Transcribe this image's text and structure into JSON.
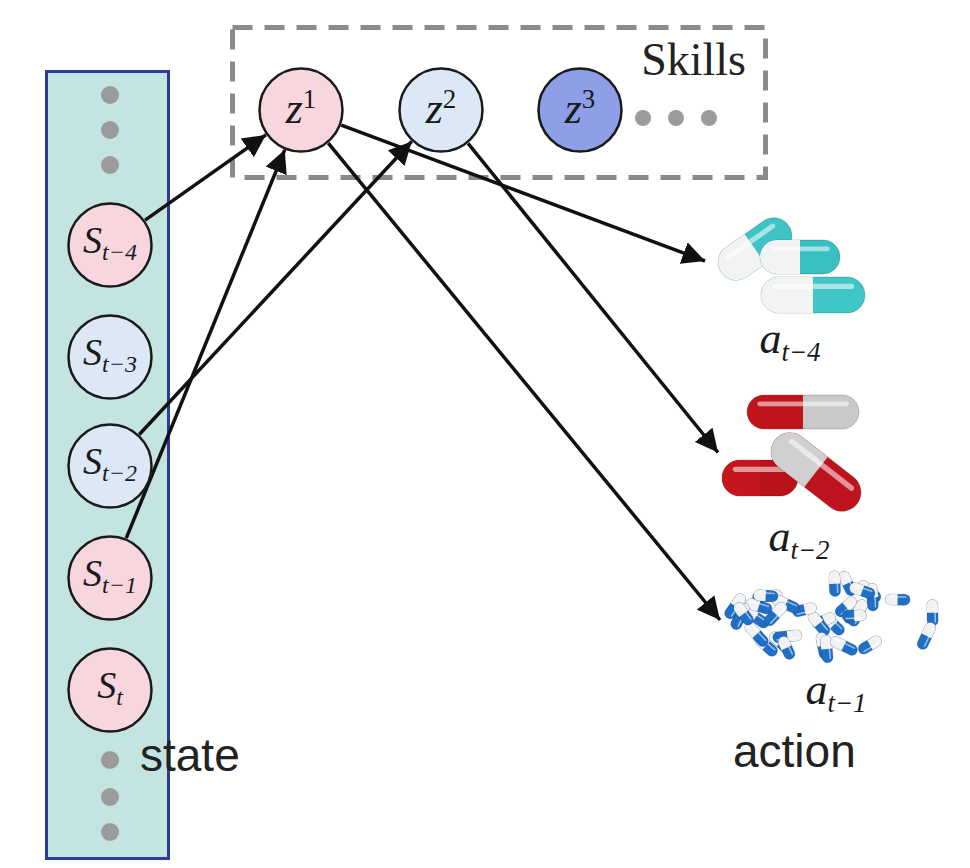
{
  "diagram": {
    "nodes": [
      {
        "text": [
          "state"
        ]
      },
      {
        "text": [
          "St−4"
        ],
        "in": 0
      },
      {
        "text": [
          "St−3"
        ],
        "in": 0
      },
      {
        "text": [
          "St−2"
        ],
        "in": 0
      },
      {
        "text": [
          "St−1"
        ],
        "in": 0
      },
      {
        "text": [
          "St"
        ],
        "in": 0
      },
      {
        "text": [
          "Skills"
        ]
      },
      {
        "text": [
          "z1"
        ],
        "in": 6
      },
      {
        "text": [
          "z2"
        ],
        "in": 6
      },
      {
        "text": [
          "z3"
        ],
        "in": 6
      },
      {
        "text": [
          "at−4"
        ]
      },
      {
        "text": [
          "at−2"
        ]
      },
      {
        "text": [
          "at−1"
        ]
      }
    ],
    "edges": [
      {
        "from": 1,
        "to": 7,
        "arrow": "to"
      },
      {
        "from": 3,
        "to": 8,
        "arrow": "to"
      },
      {
        "from": 4,
        "to": 7,
        "arrow": "to"
      },
      {
        "from": 7,
        "to": 10,
        "arrow": "to"
      },
      {
        "from": 8,
        "to": 11,
        "arrow": "to"
      },
      {
        "from": 7,
        "to": 12,
        "arrow": "to"
      }
    ],
    "labels": [
      "action"
    ]
  }
}
